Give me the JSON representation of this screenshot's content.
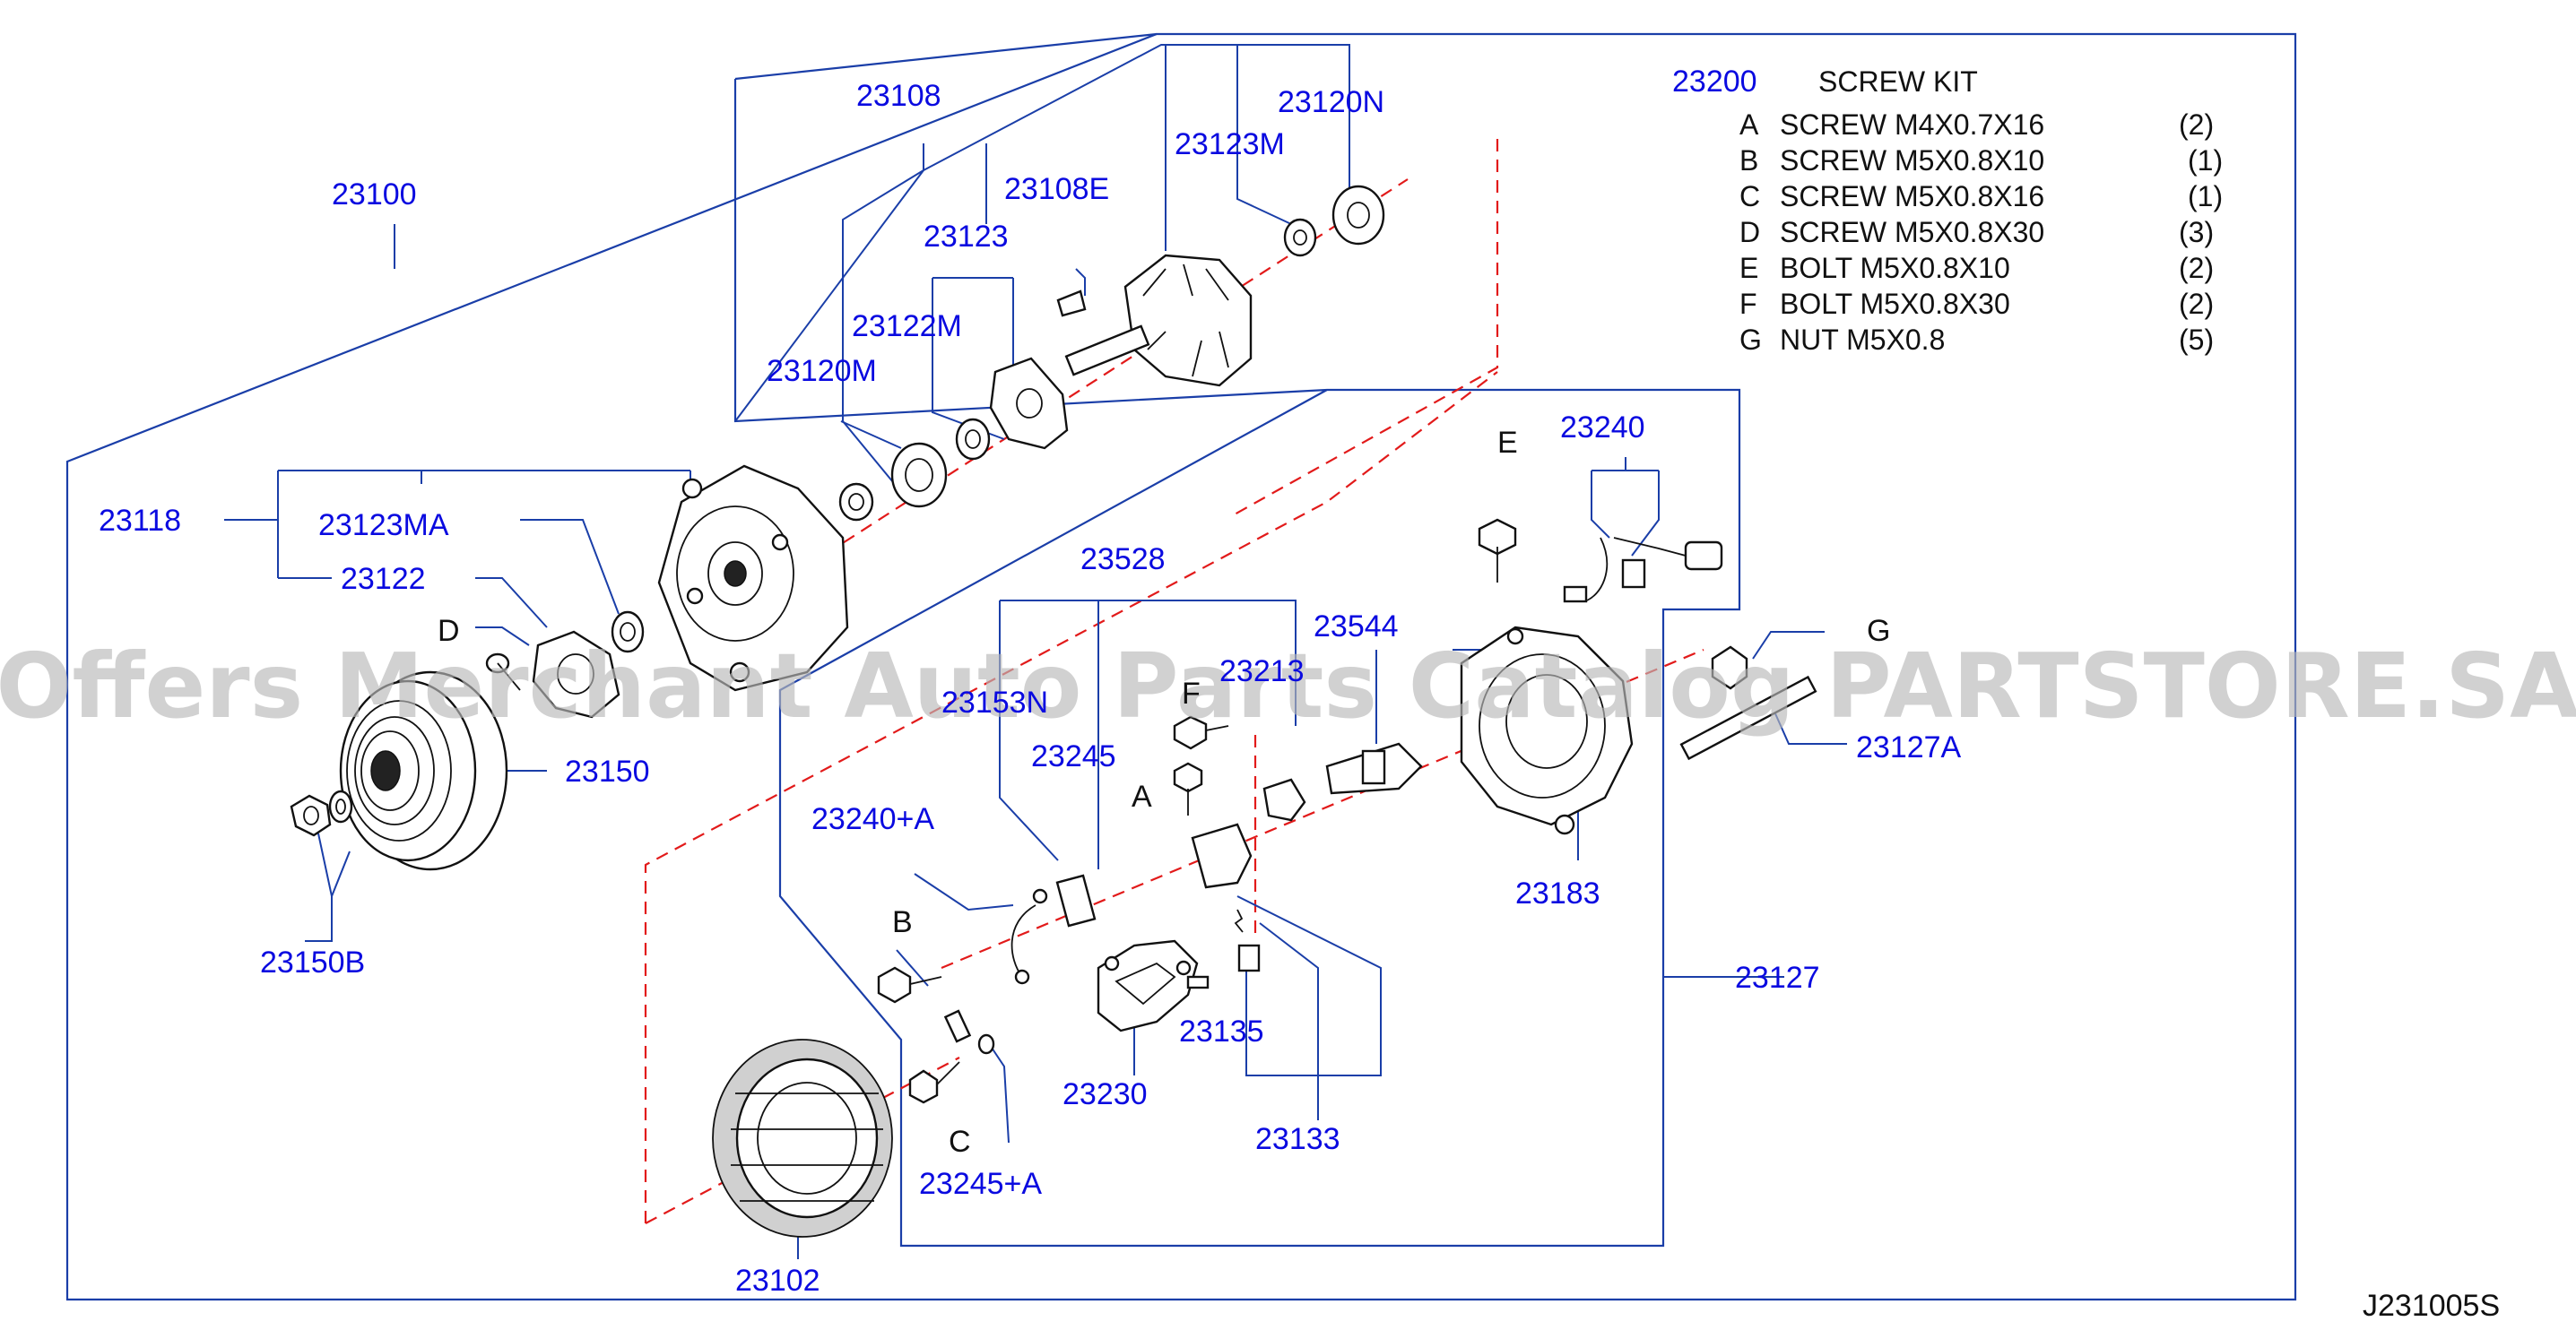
{
  "watermark": "Offers Merchant Auto Parts Catalog PARTSTORE.SA",
  "drawing_code": "J231005S",
  "screw_kit": {
    "part_no": "23200",
    "title": "SCREW KIT",
    "items": [
      {
        "letter": "A",
        "desc": "SCREW  M4X0.7X16",
        "qty": "(2)"
      },
      {
        "letter": "B",
        "desc": "SCREW  M5X0.8X10",
        "qty": "(1)"
      },
      {
        "letter": "C",
        "desc": "SCREW  M5X0.8X16",
        "qty": "(1)"
      },
      {
        "letter": "D",
        "desc": "SCREW  M5X0.8X30",
        "qty": "(3)"
      },
      {
        "letter": "E",
        "desc": "BOLT  M5X0.8X10",
        "qty": "(2)"
      },
      {
        "letter": "F",
        "desc": "BOLT  M5X0.8X30",
        "qty": "(2)"
      },
      {
        "letter": "G",
        "desc": "NUT  M5X0.8",
        "qty": "(5)"
      }
    ]
  },
  "part_labels": {
    "p23100": "23100",
    "p23108": "23108",
    "p23120N": "23120N",
    "p23123M": "23123M",
    "p23108E": "23108E",
    "p23123": "23123",
    "p23122M": "23122M",
    "p23120M": "23120M",
    "p23118": "23118",
    "p23123MA": "23123MA",
    "p23122": "23122",
    "p23150": "23150",
    "p23150B": "23150B",
    "p23528": "23528",
    "p23544": "23544",
    "p23213": "23213",
    "p23153N": "23153N",
    "p23245": "23245",
    "p23240A": "23240+A",
    "p23240": "23240",
    "p23183": "23183",
    "p23127A": "23127A",
    "p23127": "23127",
    "p23135": "23135",
    "p23230": "23230",
    "p23133": "23133",
    "p23245A": "23245+A",
    "p23102": "23102"
  },
  "letter_labels": {
    "D": "D",
    "E": "E",
    "G": "G",
    "A": "A",
    "B": "B",
    "C": "C",
    "F": "F"
  }
}
